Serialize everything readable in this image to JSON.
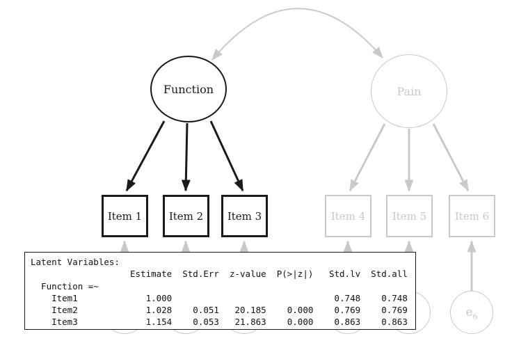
{
  "colors": {
    "ink": "#1a1a1a",
    "muted": "#c9c9c9",
    "background": "#ffffff"
  },
  "model": {
    "latent": [
      {
        "label": "Function"
      },
      {
        "label": "Pain"
      }
    ],
    "items": [
      {
        "label": "Item 1"
      },
      {
        "label": "Item 2"
      },
      {
        "label": "Item 3"
      },
      {
        "label": "Item 4"
      },
      {
        "label": "Item 5"
      },
      {
        "label": "Item 6"
      }
    ],
    "error": {
      "label": "e",
      "sub": "6"
    }
  },
  "output": {
    "lines": [
      "Latent Variables:",
      "                   Estimate  Std.Err  z-value  P(>|z|)   Std.lv  Std.all",
      "  Function =~",
      "    Item1             1.000                               0.748    0.748",
      "    Item2             1.028    0.051   20.185    0.000    0.769    0.769",
      "    Item3             1.154    0.053   21.863    0.000    0.863    0.863"
    ],
    "table": {
      "title": "Latent Variables:",
      "columns": [
        "Estimate",
        "Std.Err",
        "z-value",
        "P(>|z|)",
        "Std.lv",
        "Std.all"
      ],
      "group": "Function =~",
      "rows": [
        {
          "name": "Item1",
          "estimate": "1.000",
          "std_err": "",
          "z_value": "",
          "p": "",
          "std_lv": "0.748",
          "std_all": "0.748"
        },
        {
          "name": "Item2",
          "estimate": "1.028",
          "std_err": "0.051",
          "z_value": "20.185",
          "p": "0.000",
          "std_lv": "0.769",
          "std_all": "0.769"
        },
        {
          "name": "Item3",
          "estimate": "1.154",
          "std_err": "0.053",
          "z_value": "21.863",
          "p": "0.000",
          "std_lv": "0.863",
          "std_all": "0.863"
        }
      ]
    }
  }
}
